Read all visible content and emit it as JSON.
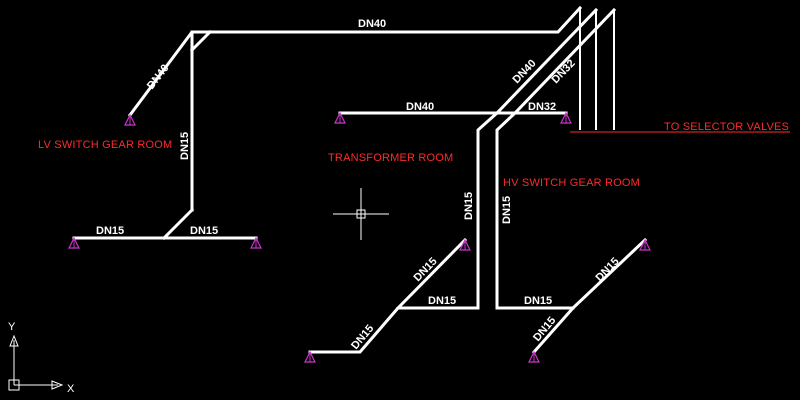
{
  "labels": {
    "dn40_top": "DN40",
    "dn40_lv_diag": "DN40",
    "dn15_lv_vert": "DN15",
    "dn15_lv_left": "DN15",
    "dn15_lv_right": "DN15",
    "dn40_transformer": "DN40",
    "dn40_diag": "DN40",
    "dn32_diag": "DN32",
    "dn32_hv": "DN32",
    "dn15_tr_vert": "DN15",
    "dn15_hv_vert": "DN15",
    "dn15_tr_upper_diag": "DN15",
    "dn15_tr_lower_diag": "DN15",
    "dn15_tr_horiz": "DN15",
    "dn15_hv_horiz": "DN15",
    "dn15_hv_lower_diag": "DN15",
    "dn15_hv_upper_diag": "DN15"
  },
  "rooms": {
    "lv": "LV SWITCH GEAR ROOM",
    "transformer": "TRANSFORMER ROOM",
    "hv": "HV SWITCH GEAR ROOM",
    "selector": "TO SELECTOR VALVES"
  },
  "ucs": {
    "x": "X",
    "y": "Y"
  },
  "colors": {
    "background": "#000000",
    "pipe": "#ffffff",
    "nozzle": "#cc33cc",
    "annotation": "#ff2a2a"
  }
}
